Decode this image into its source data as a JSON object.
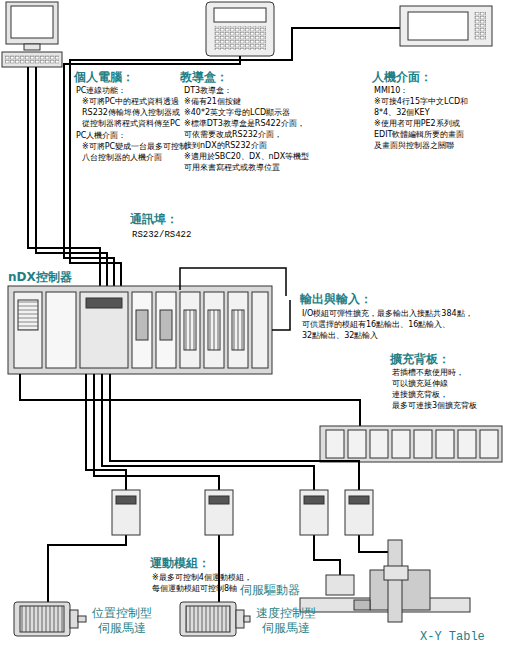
{
  "diagram": {
    "labels": [
      "個人電腦：",
      "PC連線功能：",
      "※可將PC中的程式資料透過 RS232傳輸埠傳入控制器或 從控制器將程式資料傳至PC",
      "PC人機介面：",
      "※可將PC變成一台最多可控制 八台控制器的人機介面",
      "教導盒：",
      "DT3教導盒：",
      "※備有21個按鍵",
      "※40*2英文字母的LCD顯示器",
      "※標準DT3教導盒是RS422介面， 可依需要改成RS232介面， 接到nDX的RS232介面",
      "※適用於SBC20、DX、nDX等機型 可用來書寫程式或教導位置",
      "人機介面：",
      "MMI10：",
      "※可接4行15字中文LCD和 8*4、32個KEY",
      "※使用者可用PE2系列或 EDIT軟體編輯所要的畫面 及畫面與控制器之關聯",
      "通訊埠：",
      "RS232/RS422",
      "nDX控制器",
      "輸出與輸入：",
      "I/O模組可彈性擴充，最多輸出入接點共384點， 可供選擇的模組有16點輸出、16點輸入、 32點輸出、32點輸入",
      "擴充背板：",
      "若插槽不敷使用時， 可以擴充延伸線 連接擴充背板， 最多可連接3個擴充背板",
      "運動模組：",
      "※最多可控制4個運動模組， 每個運動模組可控制8軸",
      "伺服驅動器",
      "位置控制型 伺服馬達",
      "速度控制型 伺服馬達",
      "X-Y Table"
    ]
  }
}
